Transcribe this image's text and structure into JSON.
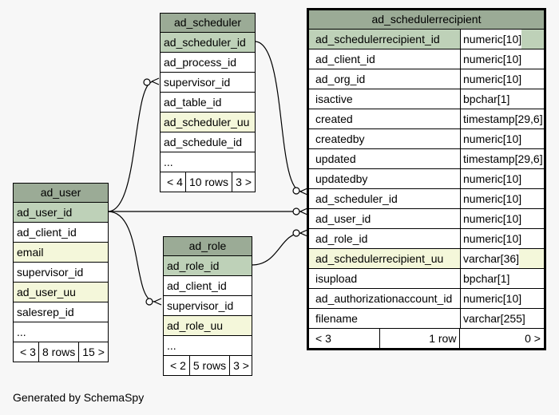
{
  "footer_text": "Generated by SchemaSpy",
  "ad_scheduler": {
    "name": "ad_scheduler",
    "columns": [
      "ad_scheduler_id",
      "ad_process_id",
      "supervisor_id",
      "ad_table_id",
      "ad_scheduler_uu",
      "ad_schedule_id",
      "..."
    ],
    "footer": [
      "< 4",
      "10 rows",
      "3 >"
    ]
  },
  "ad_user": {
    "name": "ad_user",
    "columns": [
      "ad_user_id",
      "ad_client_id",
      "email",
      "supervisor_id",
      "ad_user_uu",
      "salesrep_id",
      "..."
    ],
    "footer": [
      "< 3",
      "8 rows",
      "15 >"
    ]
  },
  "ad_role": {
    "name": "ad_role",
    "columns": [
      "ad_role_id",
      "ad_client_id",
      "supervisor_id",
      "ad_role_uu",
      "..."
    ],
    "footer": [
      "< 2",
      "5 rows",
      "3 >"
    ]
  },
  "ad_schedulerrecipient": {
    "name": "ad_schedulerrecipient",
    "columns": [
      {
        "name": "ad_schedulerrecipient_id",
        "type": "numeric[10]"
      },
      {
        "name": "ad_client_id",
        "type": "numeric[10]"
      },
      {
        "name": "ad_org_id",
        "type": "numeric[10]"
      },
      {
        "name": "isactive",
        "type": "bpchar[1]"
      },
      {
        "name": "created",
        "type": "timestamp[29,6]"
      },
      {
        "name": "createdby",
        "type": "numeric[10]"
      },
      {
        "name": "updated",
        "type": "timestamp[29,6]"
      },
      {
        "name": "updatedby",
        "type": "numeric[10]"
      },
      {
        "name": "ad_scheduler_id",
        "type": "numeric[10]"
      },
      {
        "name": "ad_user_id",
        "type": "numeric[10]"
      },
      {
        "name": "ad_role_id",
        "type": "numeric[10]"
      },
      {
        "name": "ad_schedulerrecipient_uu",
        "type": "varchar[36]"
      },
      {
        "name": "isupload",
        "type": "bpchar[1]"
      },
      {
        "name": "ad_authorizationaccount_id",
        "type": "numeric[10]"
      },
      {
        "name": "filename",
        "type": "varchar[255]"
      }
    ],
    "footer": [
      "< 3",
      "1 row",
      "0 >"
    ]
  }
}
